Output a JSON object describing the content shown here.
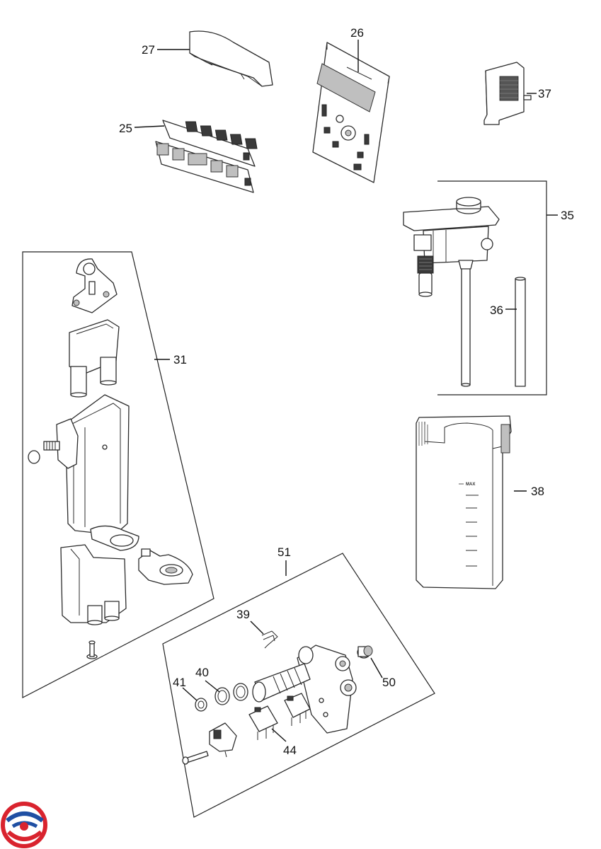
{
  "callouts": {
    "p25": "25",
    "p26": "26",
    "p27": "27",
    "p31": "31",
    "p35": "35",
    "p36": "36",
    "p37": "37",
    "p38": "38",
    "p39": "39",
    "p40": "40",
    "p41": "41",
    "p44": "44",
    "p50": "50",
    "p51": "51"
  },
  "tank_max_label": "MAX",
  "logo": {
    "colors": [
      "#d9232e",
      "#1f4fa3"
    ]
  }
}
